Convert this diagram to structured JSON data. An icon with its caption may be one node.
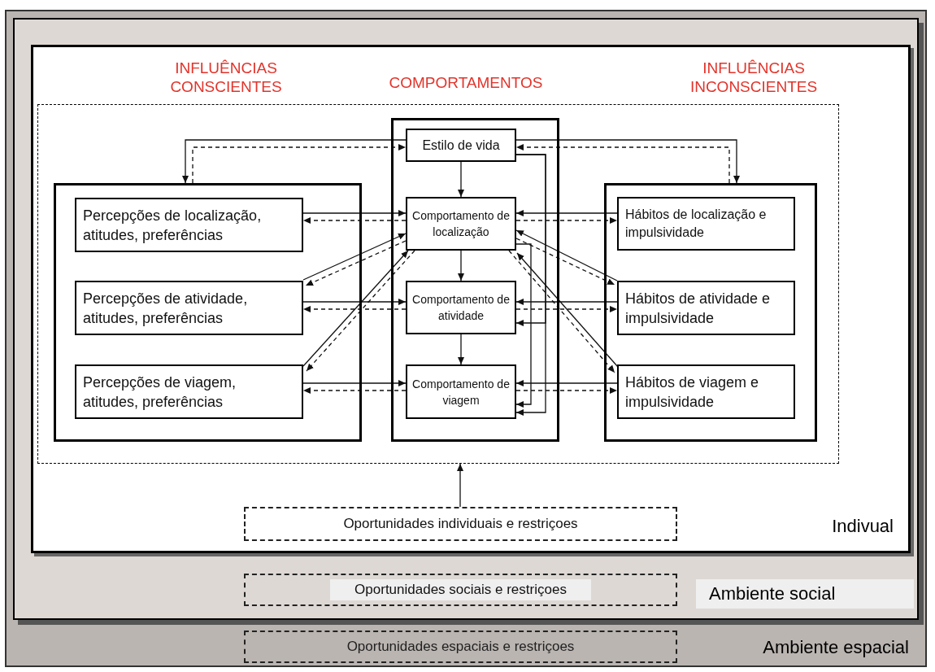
{
  "diagram": {
    "nodes": [
      {
        "text": [
          "Ambiente espacial"
        ]
      },
      {
        "text": [
          "Ambiente social"
        ],
        "in": 0
      },
      {
        "text": [
          "Indivual"
        ],
        "in": 1
      },
      {
        "text": [],
        "shape": "box",
        "in": 2
      },
      {
        "text": [],
        "shape": "box",
        "in": 3
      },
      {
        "text": [
          "Percepções de localização, atitudes, preferências"
        ],
        "in": 4
      },
      {
        "text": [
          "Percepções de atividade, atitudes, preferências"
        ],
        "in": 4
      },
      {
        "text": [
          "Percepções de viagem, atitudes, preferências"
        ],
        "in": 4
      },
      {
        "text": [],
        "shape": "box",
        "in": 3
      },
      {
        "text": [
          "Estilo de vida"
        ],
        "in": 8
      },
      {
        "text": [
          "Comportamento de localização"
        ],
        "in": 8
      },
      {
        "text": [
          "Comportamento de atividade"
        ],
        "in": 8
      },
      {
        "text": [
          "Comportamento de viagem"
        ],
        "in": 8
      },
      {
        "text": [],
        "shape": "box",
        "in": 3
      },
      {
        "text": [
          "Hábitos de localização e impulsividade"
        ],
        "in": 13
      },
      {
        "text": [
          "Hábitos de atividade e impulsividade"
        ],
        "in": 13
      },
      {
        "text": [
          "Hábitos de viagem e impulsividade"
        ],
        "in": 13
      },
      {
        "text": [
          "Oportunidades individuais e restriçoes"
        ],
        "in": 2
      },
      {
        "text": [
          "Oportunidades sociais e restriçoes"
        ],
        "in": 1
      },
      {
        "text": [
          "Oportunidades espaciais e restriçoes"
        ],
        "in": 0
      }
    ],
    "edges": [
      {
        "from": 9,
        "to": 4,
        "arrow": "to"
      },
      {
        "from": 4,
        "to": 9,
        "arrow": "to",
        "style": "dashed"
      },
      {
        "from": 9,
        "to": 13,
        "arrow": "to"
      },
      {
        "from": 13,
        "to": 9,
        "arrow": "to",
        "style": "dashed"
      },
      {
        "from": 9,
        "to": 10,
        "arrow": "to"
      },
      {
        "from": 10,
        "to": 11,
        "arrow": "to"
      },
      {
        "from": 11,
        "to": 12,
        "arrow": "to"
      },
      {
        "from": 9,
        "to": 11,
        "arrow": "to"
      },
      {
        "from": 9,
        "to": 12,
        "arrow": "to"
      },
      {
        "from": 10,
        "to": 12,
        "arrow": "to"
      },
      {
        "from": 5,
        "to": 10,
        "arrow": "to"
      },
      {
        "from": 10,
        "to": 5,
        "arrow": "to",
        "style": "dashed"
      },
      {
        "from": 6,
        "to": 10,
        "arrow": "to"
      },
      {
        "from": 10,
        "to": 6,
        "arrow": "to",
        "style": "dashed"
      },
      {
        "from": 7,
        "to": 10,
        "arrow": "to"
      },
      {
        "from": 10,
        "to": 7,
        "arrow": "to",
        "style": "dashed"
      },
      {
        "from": 6,
        "to": 11,
        "arrow": "to"
      },
      {
        "from": 11,
        "to": 6,
        "arrow": "to",
        "style": "dashed"
      },
      {
        "from": 7,
        "to": 12,
        "arrow": "to"
      },
      {
        "from": 12,
        "to": 7,
        "arrow": "to",
        "style": "dashed"
      },
      {
        "from": 14,
        "to": 10,
        "arrow": "to"
      },
      {
        "from": 10,
        "to": 14,
        "arrow": "to",
        "style": "dashed"
      },
      {
        "from": 15,
        "to": 10,
        "arrow": "to"
      },
      {
        "from": 10,
        "to": 15,
        "arrow": "to",
        "style": "dashed"
      },
      {
        "from": 15,
        "to": 11,
        "arrow": "to"
      },
      {
        "from": 11,
        "to": 15,
        "arrow": "to",
        "style": "dashed"
      },
      {
        "from": 16,
        "to": 10,
        "arrow": "to"
      },
      {
        "from": 10,
        "to": 16,
        "arrow": "to",
        "style": "dashed"
      },
      {
        "from": 16,
        "to": 12,
        "arrow": "to"
      },
      {
        "from": 12,
        "to": 16,
        "arrow": "to",
        "style": "dashed"
      },
      {
        "from": 17,
        "to": 3,
        "arrow": "to"
      }
    ],
    "labels": [
      "INFLUÊNCIAS CONSCIENTES",
      "COMPORTAMENTOS",
      "INFLUÊNCIAS INCONSCIENTES"
    ]
  }
}
